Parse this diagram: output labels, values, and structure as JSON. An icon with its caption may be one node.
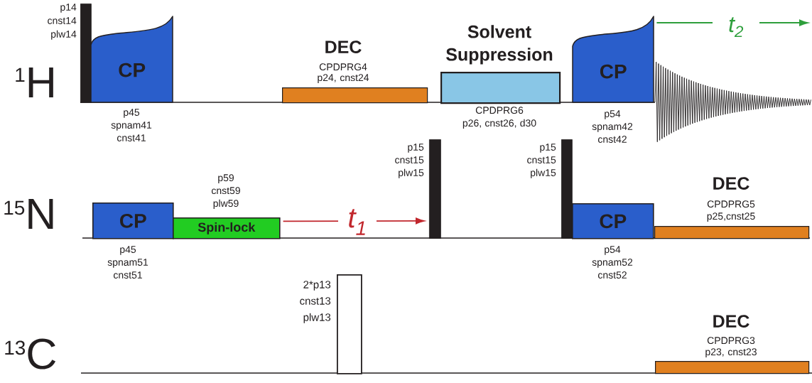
{
  "diagram": {
    "nodes": [
      {
        "text": [],
        "shape": "bar",
        "beside": [
          "p14 cnst14 plw14"
        ]
      },
      {
        "text": [
          "CP"
        ],
        "beside": [
          "p45 spnam41 cnst41"
        ]
      },
      {
        "text": [
          "DEC"
        ],
        "beside": [
          "CPDPRG4 p24, cnst24"
        ]
      },
      {
        "text": [
          "Solvent Suppression"
        ],
        "beside": [
          "CPDPRG6 p26, cnst26, d30"
        ]
      },
      {
        "text": [
          "CP"
        ],
        "beside": [
          "p54 spnam42 cnst42"
        ]
      },
      {
        "text": [
          "CP"
        ],
        "beside": [
          "p45 spnam51 cnst51"
        ]
      },
      {
        "text": [
          "Spin-lock"
        ],
        "beside": [
          "p59 cnst59 plw59"
        ]
      },
      {
        "text": [],
        "shape": "bar",
        "beside": [
          "p15 cnst15 plw15"
        ]
      },
      {
        "text": [],
        "shape": "bar",
        "beside": [
          "p15 cnst15 plw15"
        ]
      },
      {
        "text": [
          "CP"
        ],
        "beside": [
          "p54 spnam52 cnst52"
        ]
      },
      {
        "text": [
          "DEC"
        ],
        "beside": [
          "CPDPRG5 p25,cnst25"
        ]
      },
      {
        "text": [],
        "shape": "bar",
        "beside": [
          "2*p13 cnst13 plw13"
        ]
      },
      {
        "text": [
          "DEC"
        ],
        "beside": [
          "CPDPRG3 p23, cnst23"
        ]
      }
    ],
    "edges": [
      {
        "from": 6,
        "to": 7,
        "arrow": "to",
        "label": "t$_{1}$",
        "color": "#c1272d"
      },
      {
        "from": 4,
        "to": null,
        "arrow": "to",
        "label": "t$_{2}$",
        "color": "#2e9f3c"
      }
    ],
    "labels": [
      "$^{1}$H",
      "$^{15}$N",
      "$^{13}$C"
    ]
  }
}
